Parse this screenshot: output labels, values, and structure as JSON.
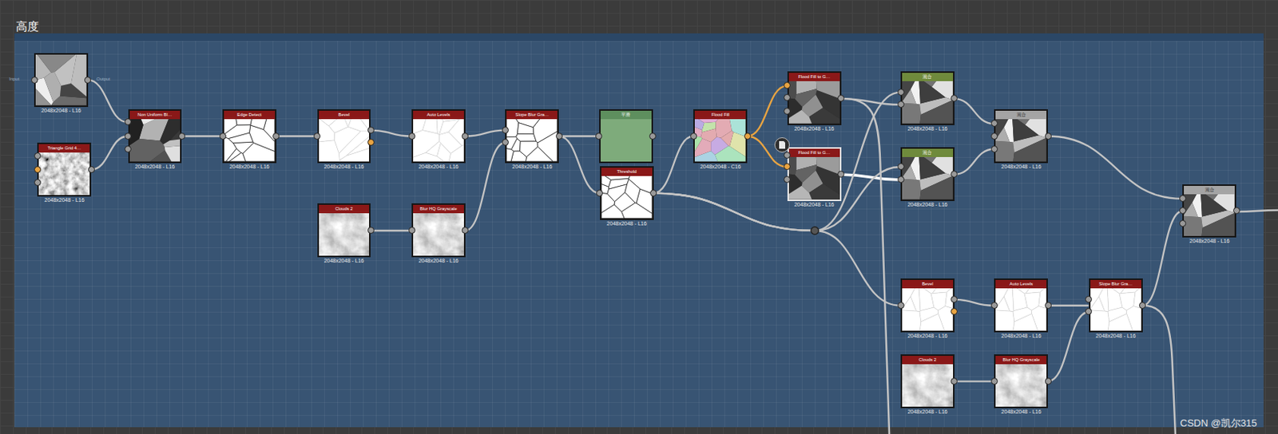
{
  "diagram": {
    "nodes": [
      {
        "text": [
          "高度"
        ]
      },
      {
        "text": [
          "2048x2048 - L16"
        ],
        "in": 0
      },
      {
        "text": [
          "Triangle Grid 4…",
          "2048x2048 - L16"
        ],
        "in": 0
      },
      {
        "text": [
          "Non Uniform Bl…",
          "2048x2048 - L16"
        ],
        "in": 0
      },
      {
        "text": [
          "Edge Detect",
          "2048x2048 - L16"
        ],
        "in": 0
      },
      {
        "text": [
          "Bevel",
          "2048x2048 - L16"
        ],
        "in": 0
      },
      {
        "text": [
          "Auto Levels",
          "2048x2048 - L16"
        ],
        "in": 0
      },
      {
        "text": [
          "Slope Blur Gra…",
          "2048x2048 - L16"
        ],
        "in": 0
      },
      {
        "text": [
          "Clouds 2",
          "2048x2048 - L16"
        ],
        "in": 0
      },
      {
        "text": [
          "Blur HQ Grayscale",
          "2048x2048 - L16"
        ],
        "in": 0
      },
      {
        "text": [
          "平滑"
        ],
        "in": 0
      },
      {
        "text": [
          "Threshold",
          "2048x2048 - L16"
        ],
        "in": 0
      },
      {
        "text": [
          "Flood Fill",
          "2048x2048 - C16"
        ],
        "in": 0
      },
      {
        "text": [
          "Flood Fill to G…",
          "2048x2048 - L16"
        ],
        "in": 0
      },
      {
        "text": [
          "Flood Fill to G…",
          "2048x2048 - L16"
        ],
        "in": 0
      },
      {
        "text": [
          "混合",
          "2048x2048 - L16"
        ],
        "in": 0
      },
      {
        "text": [
          "混合",
          "2048x2048 - L16"
        ],
        "in": 0
      },
      {
        "text": [
          "混合",
          "2048x2048 - L16"
        ],
        "in": 0
      },
      {
        "text": [
          "混合",
          "2048x2048 - L16"
        ],
        "in": 0
      },
      {
        "text": [
          "Bevel",
          "2048x2048 - L16"
        ],
        "in": 0
      },
      {
        "text": [
          "Auto Levels",
          "2048x2048 - L16"
        ],
        "in": 0
      },
      {
        "text": [
          "Slope Blur Gra…",
          "2048x2048 - L16"
        ],
        "in": 0
      },
      {
        "text": [
          "Clouds 2",
          "2048x2048 - L16"
        ],
        "in": 0
      },
      {
        "text": [
          "Blur HQ Grayscale",
          "2048x2048 - L16"
        ],
        "in": 0
      }
    ],
    "edges": [
      {
        "from": 1,
        "to": 3,
        "arrow": "none"
      },
      {
        "from": 2,
        "to": 3,
        "arrow": "none"
      },
      {
        "from": 3,
        "to": 4,
        "arrow": "none"
      },
      {
        "from": 4,
        "to": 5,
        "arrow": "none"
      },
      {
        "from": 5,
        "to": 6,
        "arrow": "none"
      },
      {
        "from": 6,
        "to": 7,
        "arrow": "none"
      },
      {
        "from": 8,
        "to": 9,
        "arrow": "none"
      },
      {
        "from": 9,
        "to": 7,
        "arrow": "none"
      },
      {
        "from": 7,
        "to": 10,
        "arrow": "none"
      },
      {
        "from": 7,
        "to": 11,
        "arrow": "none"
      },
      {
        "from": 11,
        "to": 12,
        "arrow": "none"
      },
      {
        "from": 12,
        "to": 13,
        "arrow": "none"
      },
      {
        "from": 12,
        "to": 14,
        "arrow": "none"
      },
      {
        "from": 13,
        "to": 15,
        "arrow": "none"
      },
      {
        "from": 14,
        "to": 16,
        "arrow": "none"
      },
      {
        "from": 11,
        "to": 15,
        "arrow": "none"
      },
      {
        "from": 11,
        "to": 16,
        "arrow": "none"
      },
      {
        "from": 11,
        "to": 19,
        "arrow": "none"
      },
      {
        "from": 15,
        "to": 17,
        "arrow": "none"
      },
      {
        "from": 16,
        "to": 17,
        "arrow": "none"
      },
      {
        "from": 17,
        "to": 18,
        "arrow": "none"
      },
      {
        "from": 19,
        "to": 20,
        "arrow": "none"
      },
      {
        "from": 20,
        "to": 21,
        "arrow": "none"
      },
      {
        "from": 22,
        "to": 23,
        "arrow": "none"
      },
      {
        "from": 23,
        "to": 21,
        "arrow": "none"
      },
      {
        "from": 21,
        "to": 18,
        "arrow": "none"
      }
    ],
    "labels": [
      "Input",
      "Output",
      "CSDN @凯尔315"
    ]
  }
}
